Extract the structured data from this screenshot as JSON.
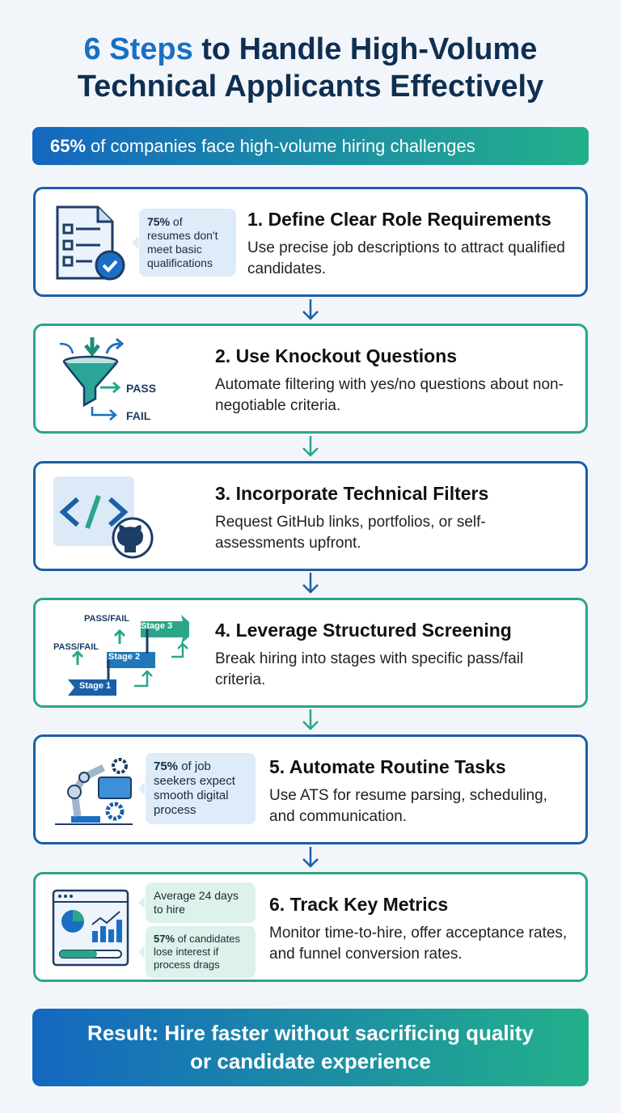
{
  "title": {
    "accent": "6 Steps",
    "rest": " to Handle High-Volume",
    "line2": "Technical Applicants Effectively"
  },
  "banner": {
    "stat": "65%",
    "text": "of companies face high-volume hiring challenges"
  },
  "steps": [
    {
      "title": "1. Define Clear Role Requirements",
      "desc": "Use precise job descriptions to attract qualified candidates.",
      "icon": "checklist-document-icon",
      "bubble": {
        "stat": "75%",
        "text": " of resumes don't meet basic qualifications"
      }
    },
    {
      "title": "2. Use Knockout Questions",
      "desc": "Automate filtering with yes/no questions about non-negotiable criteria.",
      "icon": "funnel-icon",
      "labels": [
        "PASS",
        "FAIL"
      ]
    },
    {
      "title": "3. Incorporate Technical Filters",
      "desc": "Request GitHub links, portfolios, or self-assessments upfront.",
      "icon": "code-github-icon"
    },
    {
      "title": "4. Leverage Structured Screening",
      "desc": "Break hiring into stages with specific pass/fail criteria.",
      "icon": "stages-icon",
      "labels": [
        "Stage 1",
        "Stage 2",
        "Stage 3",
        "PASS/FAIL",
        "PASS/FAIL"
      ]
    },
    {
      "title": "5. Automate Routine Tasks",
      "desc": "Use ATS for resume parsing, scheduling, and communication.",
      "icon": "robot-arm-icon",
      "bubble": {
        "stat": "75%",
        "text": " of job seekers expect smooth digital process"
      }
    },
    {
      "title": "6. Track Key Metrics",
      "desc": "Monitor time-to-hire, offer acceptance rates, and funnel conversion rates.",
      "icon": "dashboard-icon",
      "bubble": {
        "text": "Average 24 days to hire"
      },
      "bubble2": {
        "stat": "57%",
        "text": " of candidates lose interest if process drags"
      }
    }
  ],
  "result": "Result: Hire faster without sacrificing quality or candidate experience",
  "colors": {
    "blue": "#1a5fa8",
    "green": "#2aa58a",
    "title": "#0f2f52"
  }
}
